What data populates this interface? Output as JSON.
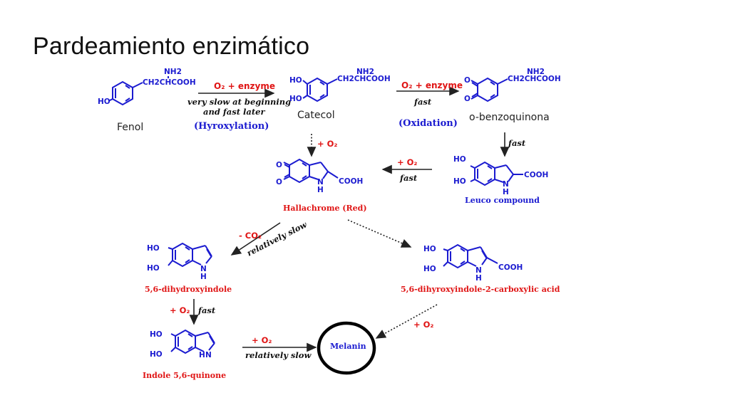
{
  "slide": {
    "title": "Pardeamiento enzimático",
    "labels": {
      "fenol": "Fenol",
      "catecol": "Catecol",
      "o_benzoquinona": "o-benzoquinona"
    }
  },
  "diagram": {
    "atoms": {
      "nh2": "NH2",
      "ho": "HO",
      "o": "O",
      "n": "N",
      "h": "H",
      "cooh": "COOH",
      "side_chain": "CH2CHCOOH"
    },
    "step1": {
      "reagent": "O₂ + enzyme",
      "cond_1": "very slow at beginning",
      "cond_2": "and fast later",
      "stage": "(Hyroxylation)"
    },
    "step2": {
      "reagent": "O₂ + enzyme",
      "cond": "fast",
      "stage": "(Oxidation)"
    },
    "step3": {
      "cond": "fast"
    },
    "step4": {
      "reagent": "+ O₂",
      "cond": "fast"
    },
    "step5": {
      "reagent": "+ O₂"
    },
    "step6": {
      "reagent": "- CO₂",
      "cond": "relatively slow"
    },
    "step7": {
      "reagent": "+ O₂",
      "cond": "fast"
    },
    "step8": {
      "reagent": "+ O₂",
      "cond": "relatively slow"
    },
    "step9": {
      "reagent": "+ O₂"
    },
    "molecules": {
      "leuco": "Leuco compound",
      "hallachrome": "Hallachrome (Red)",
      "dhi": "5,6-dihydroxyindole",
      "dhica": "5,6-dihyroxyindole-2-carboxylic acid",
      "quinone": "Indole 5,6-quinone",
      "melanin": "Melanin"
    },
    "highlight_color": "#000000"
  }
}
